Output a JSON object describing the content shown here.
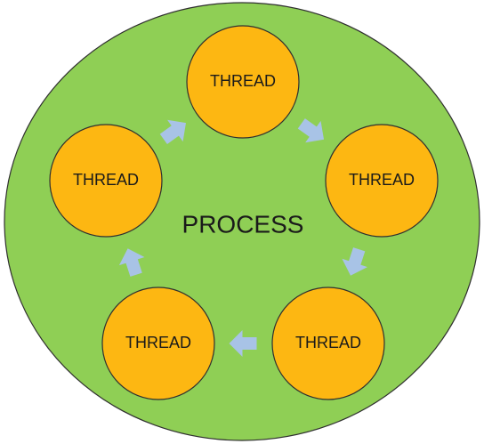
{
  "process": {
    "label": "PROCESS",
    "fill_color": "#8fcf55",
    "stroke_color": "#2f2f2f"
  },
  "threads": [
    {
      "label": "THREAD"
    },
    {
      "label": "THREAD"
    },
    {
      "label": "THREAD"
    },
    {
      "label": "THREAD"
    },
    {
      "label": "THREAD"
    }
  ],
  "thread_style": {
    "fill_color": "#fdb712",
    "stroke_color": "#2f2f2f"
  },
  "arrow_style": {
    "fill_color": "#a8c3e6"
  },
  "flow": {
    "direction": "clockwise",
    "arrows": [
      {
        "from": 0,
        "to": 1
      },
      {
        "from": 1,
        "to": 2
      },
      {
        "from": 2,
        "to": 3
      },
      {
        "from": 3,
        "to": 4
      },
      {
        "from": 4,
        "to": 0
      }
    ]
  }
}
